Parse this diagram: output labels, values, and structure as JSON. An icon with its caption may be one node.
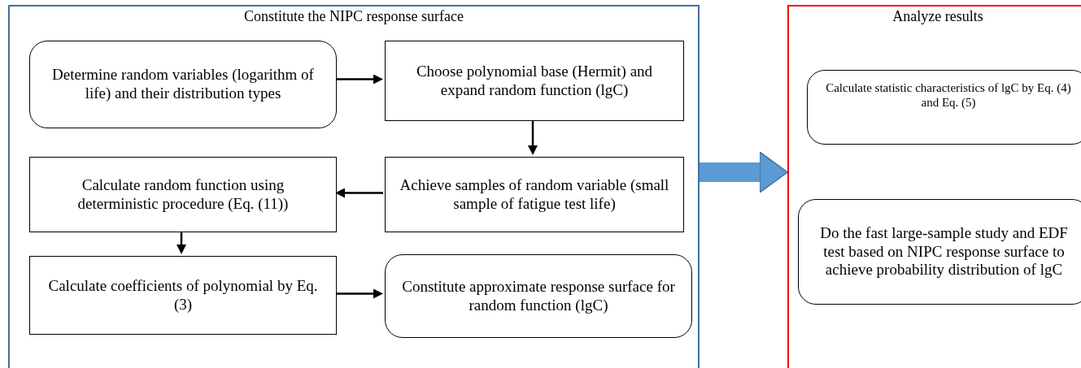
{
  "diagram": {
    "nodes": [
      {
        "text": [
          "Constitute the NIPC response surface"
        ]
      },
      {
        "text": [
          "Determine random variables (logarithm of life) and their distribution types"
        ],
        "in": 0
      },
      {
        "text": [
          "Choose polynomial base (Hermit) and expand random function (lgC)"
        ],
        "in": 0
      },
      {
        "text": [
          "Achieve samples of random variable (small sample of fatigue test life)"
        ],
        "in": 0
      },
      {
        "text": [
          "Calculate random function using deterministic procedure (Eq. (11))"
        ],
        "in": 0
      },
      {
        "text": [
          "Calculate coefficients of polynomial by Eq. (3)"
        ],
        "in": 0
      },
      {
        "text": [
          "Constitute approximate response surface for random function (lgC)"
        ],
        "in": 0
      },
      {
        "text": [
          "Analyze results"
        ]
      },
      {
        "text": [
          "Calculate statistic characteristics of lgC by Eq. (4) and Eq. (5)"
        ],
        "in": 7
      },
      {
        "text": [
          "Do the fast large-sample study and EDF test based on NIPC response surface to achieve probability distribution of lgC"
        ],
        "in": 7
      }
    ],
    "edges": [
      {
        "from": 1,
        "to": 2,
        "arrow": "to"
      },
      {
        "from": 2,
        "to": 3,
        "arrow": "to"
      },
      {
        "from": 3,
        "to": 4,
        "arrow": "to"
      },
      {
        "from": 4,
        "to": 5,
        "arrow": "to"
      },
      {
        "from": 5,
        "to": 6,
        "arrow": "to"
      },
      {
        "from": 0,
        "to": 7,
        "arrow": "to",
        "style": "thick",
        "color": "#5b9bd5"
      }
    ]
  }
}
